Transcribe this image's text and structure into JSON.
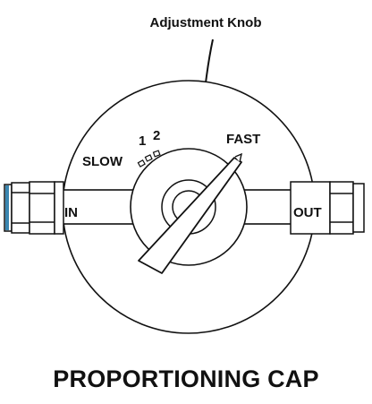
{
  "diagram": {
    "callout_label": "Adjustment Knob",
    "scale_slow": "SLOW",
    "scale_mark_1": "1",
    "scale_mark_2": "2",
    "scale_fast": "FAST",
    "port_in": "IN",
    "port_out": "OUT",
    "title": "PROPORTIONING CAP"
  },
  "colors": {
    "line": "#111111",
    "background": "#ffffff",
    "fitting_ring": "#3a86b0"
  }
}
